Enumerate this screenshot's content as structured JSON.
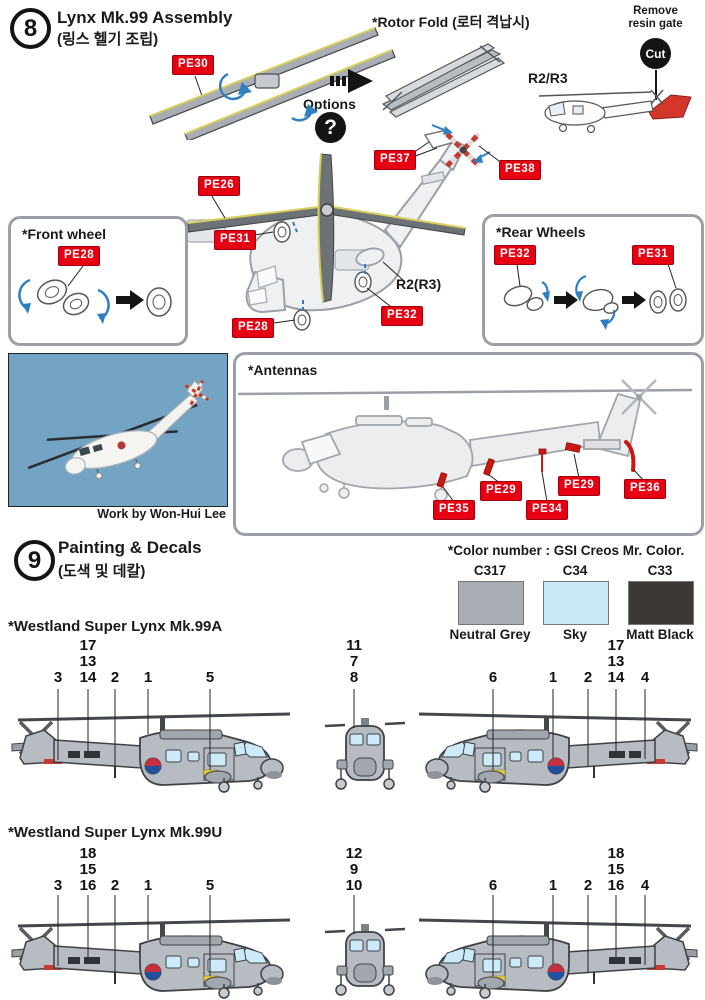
{
  "step8": {
    "number": "8",
    "title": "Lynx Mk.99 Assembly",
    "subtitle": "(링스 헬기 조립)",
    "rotor_fold": "*Rotor Fold (로터 격납시)",
    "options": "Options",
    "qmark": "?",
    "remove_line1": "Remove",
    "remove_line2": "resin gate",
    "cut": "Cut",
    "r2r3": "R2/R3",
    "r2r3_main": "R2(R3)",
    "pe30": "PE30",
    "pe26": "PE26",
    "pe31": "PE31",
    "pe28": "PE28",
    "pe32": "PE32",
    "pe37": "PE37",
    "pe38": "PE38"
  },
  "front_wheel_box": {
    "title": "*Front wheel",
    "pe28": "PE28"
  },
  "rear_wheels_box": {
    "title": "*Rear Wheels",
    "pe32": "PE32",
    "pe31": "PE31"
  },
  "antennas_box": {
    "title": "*Antennas",
    "pe35": "PE35",
    "pe29a": "PE29",
    "pe34": "PE34",
    "pe29b": "PE29",
    "pe36": "PE36"
  },
  "photo": {
    "caption": "Work by Won-Hui Lee"
  },
  "step9": {
    "number": "9",
    "title": "Painting & Decals",
    "subtitle": "(도색 및 데칼)",
    "color_note": "*Color number : GSI Creos Mr. Color.",
    "colors": [
      {
        "code": "C317",
        "name": "Neutral Grey",
        "hex": "#a9adb3"
      },
      {
        "code": "C34",
        "name": "Sky",
        "hex": "#c9e8f8"
      },
      {
        "code": "C33",
        "name": "Matt Black",
        "hex": "#3b3836"
      }
    ],
    "variants": [
      {
        "name": "*Westland Super Lynx Mk.99A",
        "left": {
          "n1": "3",
          "s1": "17",
          "s2": "13",
          "s3": "14",
          "n2": "2",
          "n3": "1",
          "n4": "5"
        },
        "center": {
          "c1": "11",
          "c2": "7",
          "c3": "8"
        },
        "right": {
          "n1": "6",
          "n2": "1",
          "n3": "2",
          "s1": "17",
          "s2": "13",
          "s3": "14",
          "n4": "4"
        }
      },
      {
        "name": "*Westland Super Lynx Mk.99U",
        "left": {
          "n1": "3",
          "s1": "18",
          "s2": "15",
          "s3": "16",
          "n2": "2",
          "n3": "1",
          "n4": "5"
        },
        "center": {
          "c1": "12",
          "c2": "9",
          "c3": "10"
        },
        "right": {
          "n1": "6",
          "n2": "1",
          "n3": "2",
          "s1": "18",
          "s2": "15",
          "s3": "16",
          "n4": "4"
        }
      }
    ]
  }
}
